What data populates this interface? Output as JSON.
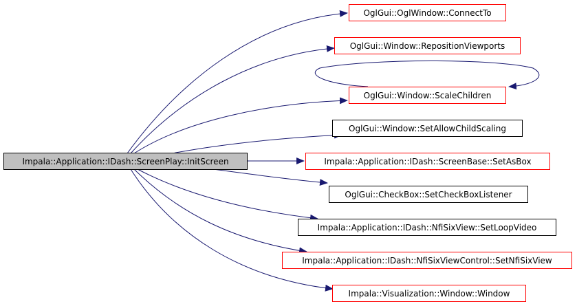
{
  "diagram": {
    "root": {
      "label": "Impala::Application::IDash::ScreenPlay::InitScreen",
      "fill": "#bfbfbf"
    },
    "callees": [
      {
        "label": "OglGui::OglWindow::ConnectTo",
        "border": "red"
      },
      {
        "label": "OglGui::Window::RepositionViewports",
        "border": "red"
      },
      {
        "label": "OglGui::Window::ScaleChildren",
        "border": "red",
        "self_call": true
      },
      {
        "label": "OglGui::Window::SetAllowChildScaling",
        "border": "black"
      },
      {
        "label": "Impala::Application::IDash::ScreenBase::SetAsBox",
        "border": "red"
      },
      {
        "label": "OglGui::CheckBox::SetCheckBoxListener",
        "border": "black"
      },
      {
        "label": "Impala::Application::IDash::NfiSixView::SetLoopVideo",
        "border": "black"
      },
      {
        "label": "Impala::Application::IDash::NfiSixViewControl::SetNfiSixView",
        "border": "red"
      },
      {
        "label": "Impala::Visualization::Window::Window",
        "border": "red"
      }
    ],
    "edge_color": "#191970"
  }
}
